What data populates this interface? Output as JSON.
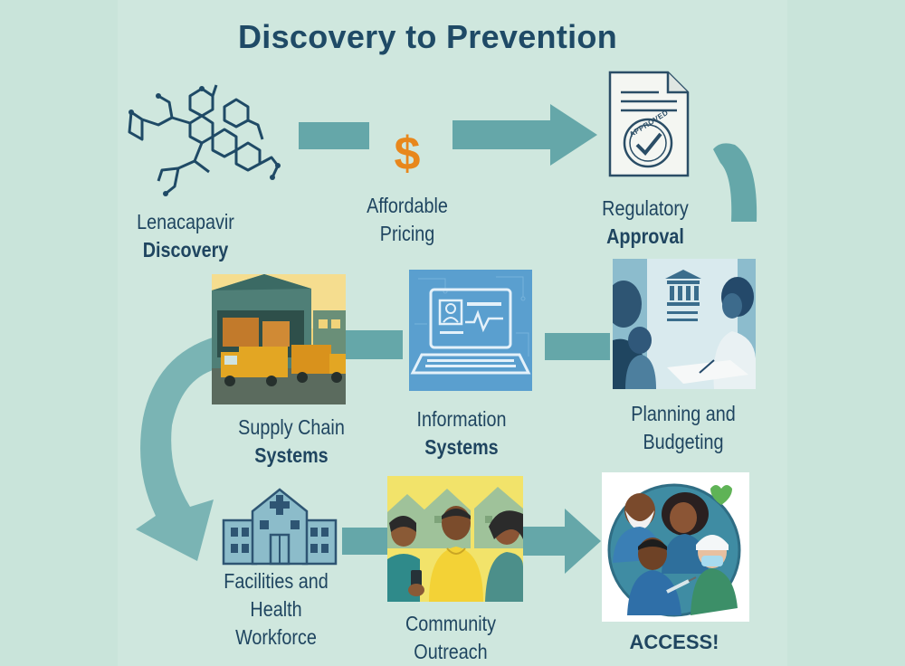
{
  "title": "Discovery to Prevention",
  "steps": [
    {
      "line1": "Lenacapavir",
      "line2": "Discovery",
      "icon": "molecule-icon"
    },
    {
      "symbol": "$",
      "line1": "Affordable",
      "line2": "Pricing",
      "icon": "dollar-icon"
    },
    {
      "line1": "Regulatory",
      "line2": "Approval",
      "stamp": "APPROVED",
      "icon": "approved-document-icon"
    },
    {
      "line1": "Planning and",
      "line2": "Budgeting",
      "icon": "planning-meeting-illustration"
    },
    {
      "line1": "Information",
      "line2": "Systems",
      "icon": "laptop-icon"
    },
    {
      "line1": "Supply Chain",
      "line2": "Systems",
      "icon": "warehouse-trucks-illustration"
    },
    {
      "line1": "Facilities and",
      "line2": "Health",
      "line3": "Workforce",
      "icon": "hospital-icon"
    },
    {
      "line1": "Community",
      "line2": "Outreach",
      "icon": "community-people-illustration"
    },
    {
      "line1": "ACCESS!",
      "icon": "healthcare-people-illustration"
    }
  ],
  "colors": {
    "arrow": "#5fa4a6",
    "text": "#1f4560",
    "accent": "#e8871c",
    "background": "#c9e4da"
  }
}
